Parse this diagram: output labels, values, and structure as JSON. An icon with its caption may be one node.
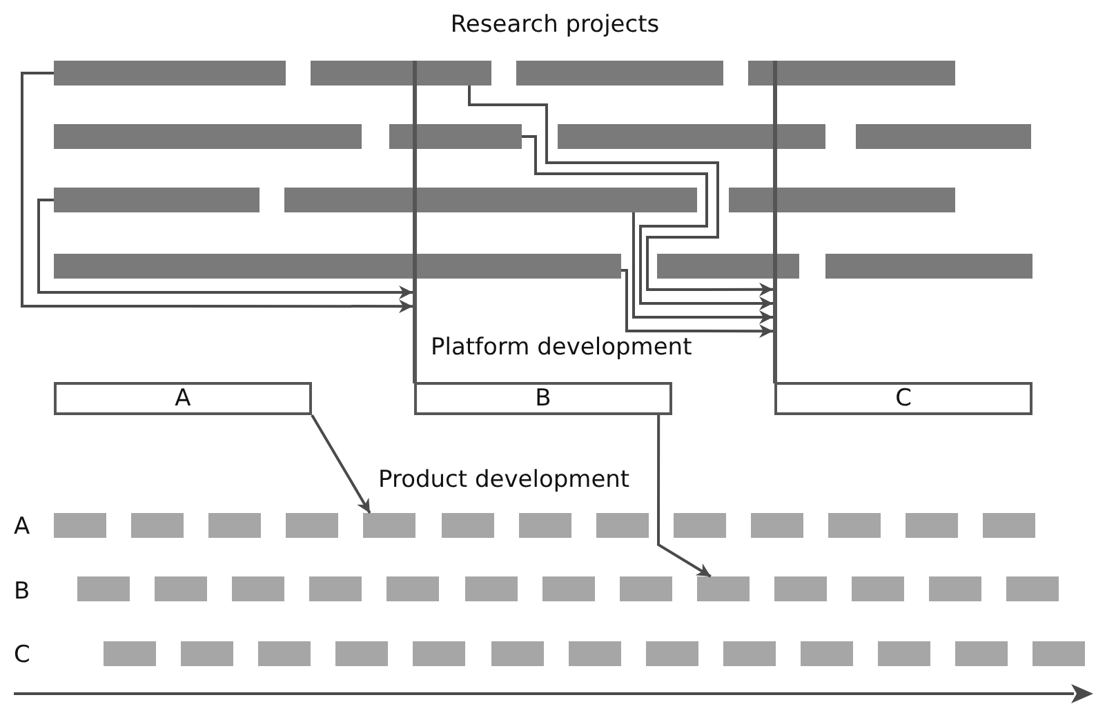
{
  "diagram": {
    "nodes": [
      {
        "text": [],
        "shape": "bar"
      },
      {
        "text": [],
        "shape": "bar"
      },
      {
        "text": [],
        "shape": "bar"
      },
      {
        "text": [],
        "shape": "bar"
      },
      {
        "text": [],
        "shape": "bar"
      },
      {
        "text": [],
        "shape": "bar"
      },
      {
        "text": [],
        "shape": "bar"
      },
      {
        "text": [],
        "shape": "bar"
      },
      {
        "text": [],
        "shape": "bar"
      },
      {
        "text": [],
        "shape": "bar"
      },
      {
        "text": [],
        "shape": "bar"
      },
      {
        "text": [],
        "shape": "bar"
      },
      {
        "text": [],
        "shape": "bar"
      },
      {
        "text": [],
        "shape": "bar"
      },
      {
        "text": [],
        "shape": "line"
      },
      {
        "text": [],
        "shape": "line"
      },
      {
        "text": [
          "A"
        ]
      },
      {
        "text": [
          "B"
        ]
      },
      {
        "text": [
          "C"
        ]
      },
      {
        "text": [],
        "shape": "bar"
      },
      {
        "text": [],
        "shape": "bar"
      },
      {
        "text": [],
        "shape": "bar"
      },
      {
        "text": [],
        "shape": "bar"
      },
      {
        "text": [],
        "shape": "bar"
      },
      {
        "text": [],
        "shape": "bar"
      },
      {
        "text": [],
        "shape": "bar"
      },
      {
        "text": [],
        "shape": "bar"
      },
      {
        "text": [],
        "shape": "bar"
      },
      {
        "text": [],
        "shape": "bar"
      },
      {
        "text": [],
        "shape": "bar"
      },
      {
        "text": [],
        "shape": "bar"
      },
      {
        "text": [],
        "shape": "bar"
      },
      {
        "text": [],
        "shape": "bar"
      },
      {
        "text": [],
        "shape": "bar"
      },
      {
        "text": [],
        "shape": "bar"
      },
      {
        "text": [],
        "shape": "bar"
      },
      {
        "text": [],
        "shape": "bar"
      },
      {
        "text": [],
        "shape": "bar"
      },
      {
        "text": [],
        "shape": "bar"
      },
      {
        "text": [],
        "shape": "bar"
      },
      {
        "text": [],
        "shape": "bar"
      },
      {
        "text": [],
        "shape": "bar"
      },
      {
        "text": [],
        "shape": "bar"
      },
      {
        "text": [],
        "shape": "bar"
      },
      {
        "text": [],
        "shape": "bar"
      },
      {
        "text": [],
        "shape": "bar"
      },
      {
        "text": [],
        "shape": "bar"
      },
      {
        "text": [],
        "shape": "bar"
      },
      {
        "text": [],
        "shape": "bar"
      },
      {
        "text": [],
        "shape": "bar"
      },
      {
        "text": [],
        "shape": "bar"
      },
      {
        "text": [],
        "shape": "bar"
      },
      {
        "text": [],
        "shape": "bar"
      },
      {
        "text": [],
        "shape": "bar"
      },
      {
        "text": [],
        "shape": "bar"
      },
      {
        "text": [],
        "shape": "bar"
      },
      {
        "text": [],
        "shape": "bar"
      },
      {
        "text": [],
        "shape": "bar"
      }
    ],
    "edges": [
      {
        "from": 0,
        "to": 14,
        "arrow": "to"
      },
      {
        "from": 1,
        "to": 15,
        "arrow": "to"
      },
      {
        "from": 5,
        "to": 15,
        "arrow": "to"
      },
      {
        "from": 8,
        "to": 14,
        "arrow": "to"
      },
      {
        "from": 9,
        "to": 15,
        "arrow": "to"
      },
      {
        "from": 11,
        "to": 15,
        "arrow": "to"
      },
      {
        "from": 16,
        "to": 23,
        "arrow": "to"
      },
      {
        "from": 17,
        "to": 40,
        "arrow": "to"
      }
    ],
    "labels": [
      "Research projects",
      "Platform development",
      "Product development",
      "A",
      "B",
      "C"
    ]
  }
}
